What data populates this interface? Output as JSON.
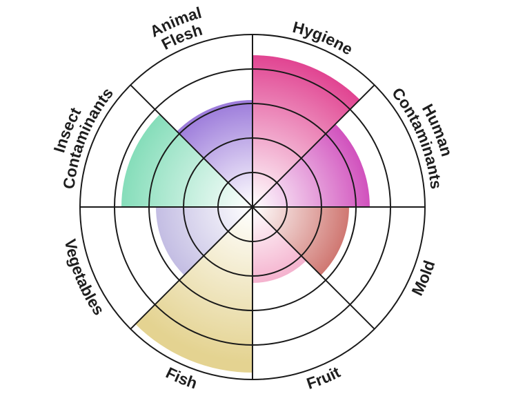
{
  "chart_data": {
    "type": "polar-area",
    "title": "",
    "categories": [
      "Hygiene",
      "Human Contaminants",
      "Mold",
      "Fruit",
      "Fish",
      "Vegetables",
      "Insect Contaminants",
      "Animal Flesh"
    ],
    "values": [
      4.4,
      3.4,
      2.8,
      2.2,
      4.8,
      2.8,
      3.8,
      3.1
    ],
    "rlim": [
      0,
      5
    ],
    "ring_ticks": [
      1,
      2,
      3,
      4,
      5
    ],
    "grid": true,
    "colors": [
      "#e0408f",
      "#c21aa8",
      "#b3251c",
      "#e9629b",
      "#e4d391",
      "#9f95d2",
      "#6fd7ad",
      "#6f3fca"
    ]
  }
}
